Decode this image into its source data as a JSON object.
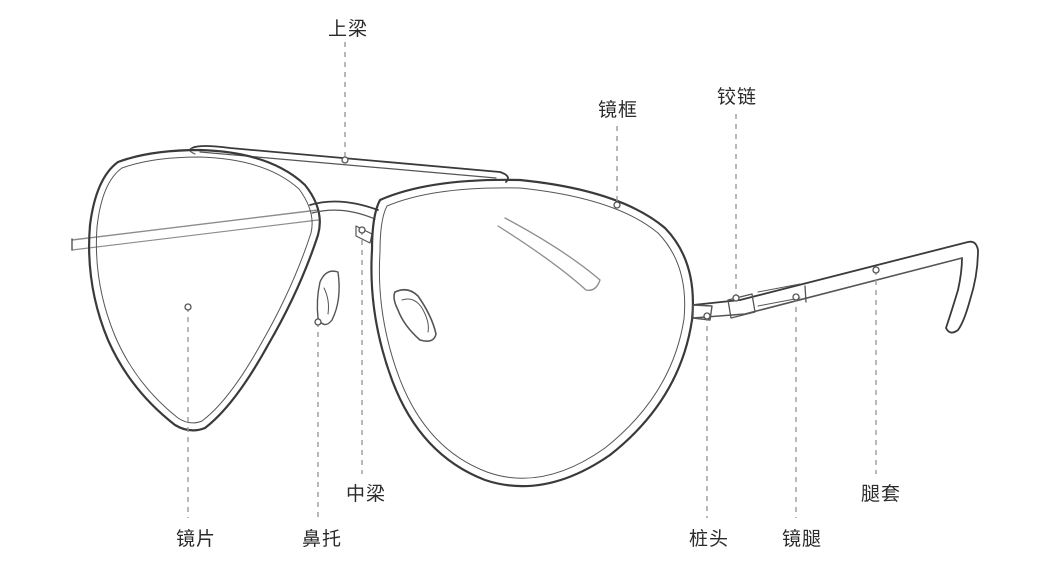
{
  "labels": {
    "top_bridge": "上梁",
    "frame": "镜框",
    "hinge": "铰链",
    "lens": "镜片",
    "nose_pad": "鼻托",
    "center_bridge": "中梁",
    "end_piece": "桩头",
    "temple": "镜腿",
    "temple_tip": "腿套"
  }
}
